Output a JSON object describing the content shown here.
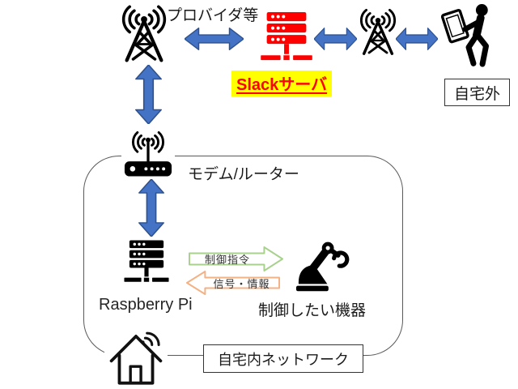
{
  "diagram": {
    "provider_label": "プロバイダ等",
    "slack_server_label": "Slackサーバ",
    "outside_home_label": "自宅外",
    "modem_router_label": "モデム/ルーター",
    "raspberry_pi_label": "Raspberry Pi",
    "control_command_label": "制御指令",
    "signal_info_label": "信号・情報",
    "controlled_device_label": "制御したい機器",
    "home_network_label": "自宅内ネットワーク"
  },
  "icons": {
    "provider_tower": "cell-tower-icon",
    "mobile_tower": "cell-tower-icon",
    "slack_server": "server-rack-icon",
    "person_phone": "walking-person-with-phone-icon",
    "modem_router": "wifi-router-icon",
    "raspberry_pi": "server-rack-icon",
    "robot": "robot-arm-icon",
    "house": "house-wifi-icon"
  },
  "colors": {
    "link_arrow_blue": "#4472C4",
    "link_arrow_blue_border": "#2F528F",
    "slack_server_red": "#FF0000",
    "slack_label_highlight": "#FFFF00",
    "control_command_arrow_green": "#A9D18E",
    "signal_info_arrow_orange": "#F4B183",
    "icon_black": "#000000",
    "home_boundary_gray": "#595959"
  }
}
